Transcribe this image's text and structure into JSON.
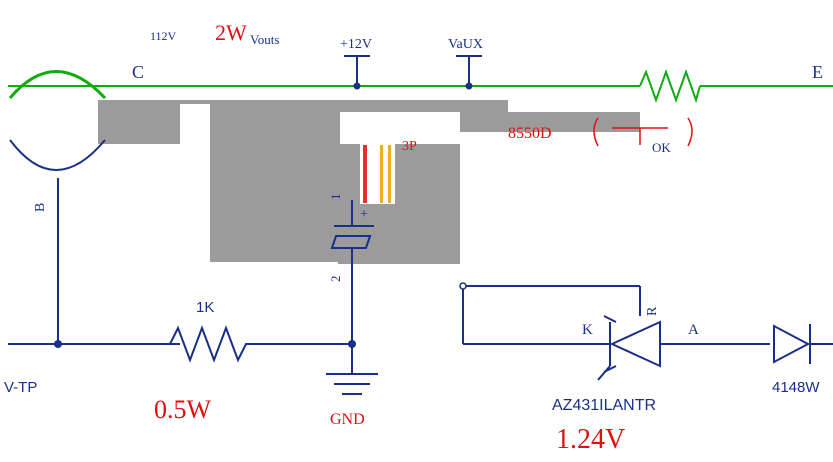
{
  "labels": {
    "top_rating": "112V",
    "power_2w": "2W",
    "vout": "Vouts",
    "plus12v": "+12V",
    "vaux": "VaUX",
    "node_c": "C",
    "node_e": "E",
    "transistor": "8550D",
    "ok": "OK",
    "pin_b": "B",
    "cap_3p": "3P",
    "pin1": "1",
    "pin2": "2",
    "resistor_1k": "1K",
    "power_05w": "0.5W",
    "gnd": "GND",
    "left_net": "V-TP",
    "pin_k": "K",
    "pin_r": "R",
    "pin_a": "A",
    "shunt_ref": "AZ431ILANTR",
    "ref_voltage": "1.24V",
    "diode": "4148W"
  },
  "colors": {
    "wire_green": "#11aa11",
    "wire_blue": "#1a2f8a",
    "junction": "#1a2f8a",
    "red_text": "#e01010",
    "gray_block": "#9b9b9b",
    "label_dark": "#1a2f8a"
  }
}
